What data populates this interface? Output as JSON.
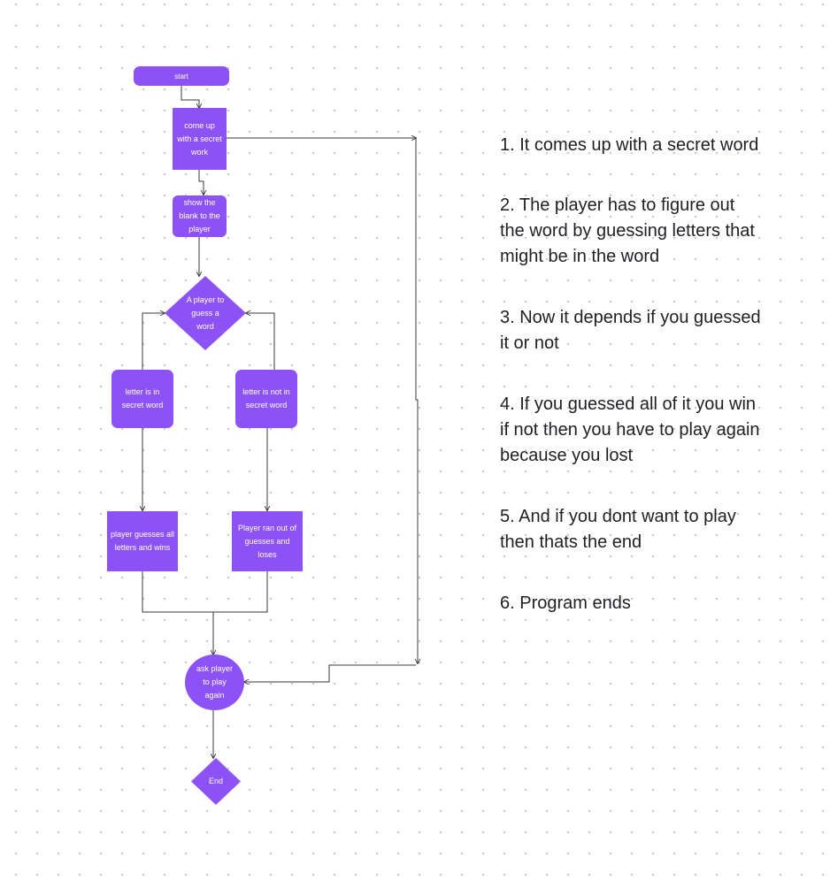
{
  "flowchart": {
    "nodes": {
      "start": "start",
      "secret": "come up\nwith a secret\nwork",
      "blank": "show the\nblank to the\nplayer",
      "guess": "A player to\nguess a\nword",
      "in_word": "letter is in\nsecret word",
      "not_in_word": "letter is not in\nsecret word",
      "wins": "player guesses all\nletters and wins",
      "loses": "Player ran out of\nguesses and\nloses",
      "ask_again": "ask player\nto play\nagain",
      "end": "End"
    },
    "colors": {
      "node_fill": "#8c52f5",
      "node_text": "#ffffff",
      "connector": "#3a3a3a",
      "grid_dot": "#c9cacd"
    }
  },
  "steps": [
    " 1. It comes up with a secret word",
    " 2. The player has to figure out\nthe word by guessing letters that\nmight be in the word",
    " 3. Now it depends if you guessed\nit or not",
    " 4. If you guessed all of it you win\nif not then you have to play again\nbecause you lost",
    " 5. And if you dont want to play\nthen thats the end",
    " 6. Program ends"
  ]
}
